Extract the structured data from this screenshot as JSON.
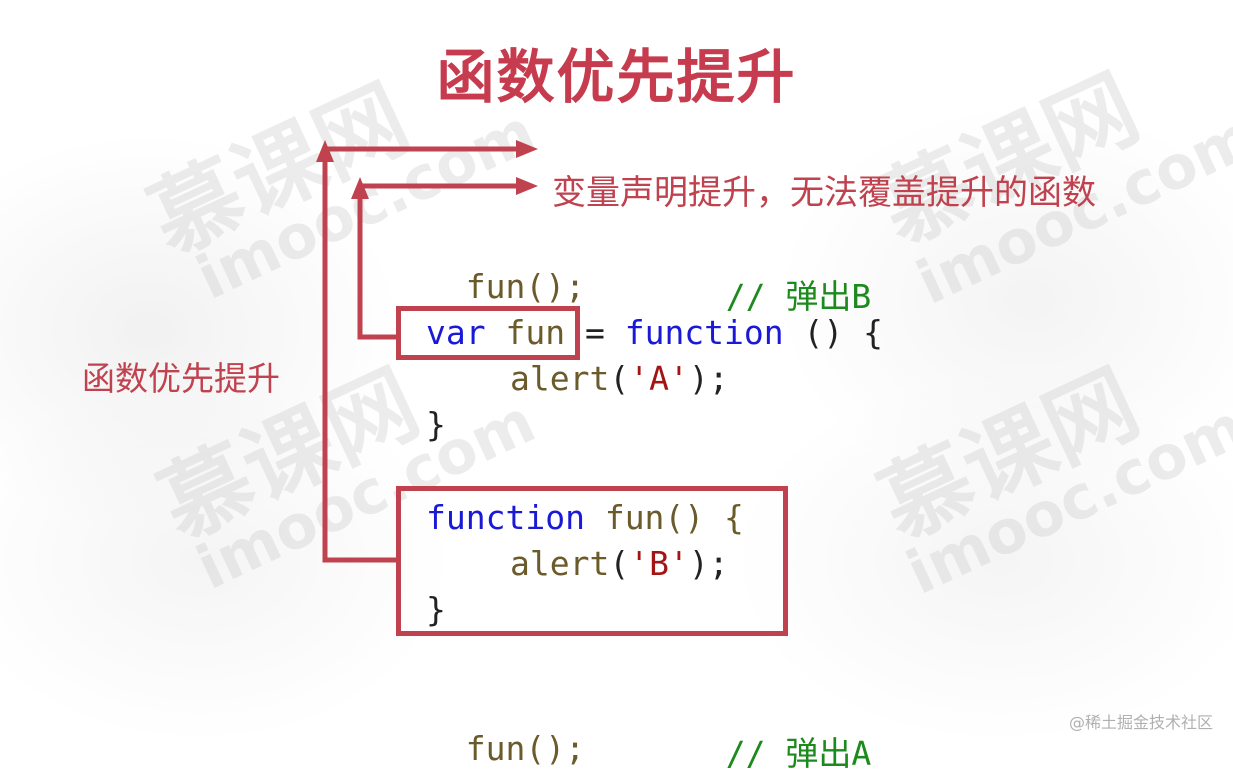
{
  "title": "函数优先提升",
  "note": "变量声明提升，无法覆盖提升的函数",
  "side_label": "函数优先提升",
  "code": {
    "line1_call": "fun();",
    "line1_comment": "// 弹出B",
    "var_kw": "var",
    "var_name": "fun",
    "var_eq": " = ",
    "var_fn_kw": "function",
    "var_rest": " () {",
    "alert_a_fn": "alert",
    "alert_a_open": "(",
    "alert_a_str": "'A'",
    "alert_a_close": ");",
    "brace1": "}",
    "decl_kw": "function",
    "decl_rest": " fun() {",
    "alert_b_fn": "alert",
    "alert_b_open": "(",
    "alert_b_str": "'B'",
    "alert_b_close": ");",
    "brace2": "}",
    "last_call": "fun();",
    "last_comment": "// 弹出A"
  },
  "watermark": {
    "brand_cn": "慕课网",
    "brand_en": "imooc.com"
  },
  "footer": "@稀土掘金技术社区",
  "colors": {
    "accent": "#c0424f",
    "keyword": "#1a1ad6",
    "comment": "#1c8a1c",
    "string": "#a31515"
  }
}
